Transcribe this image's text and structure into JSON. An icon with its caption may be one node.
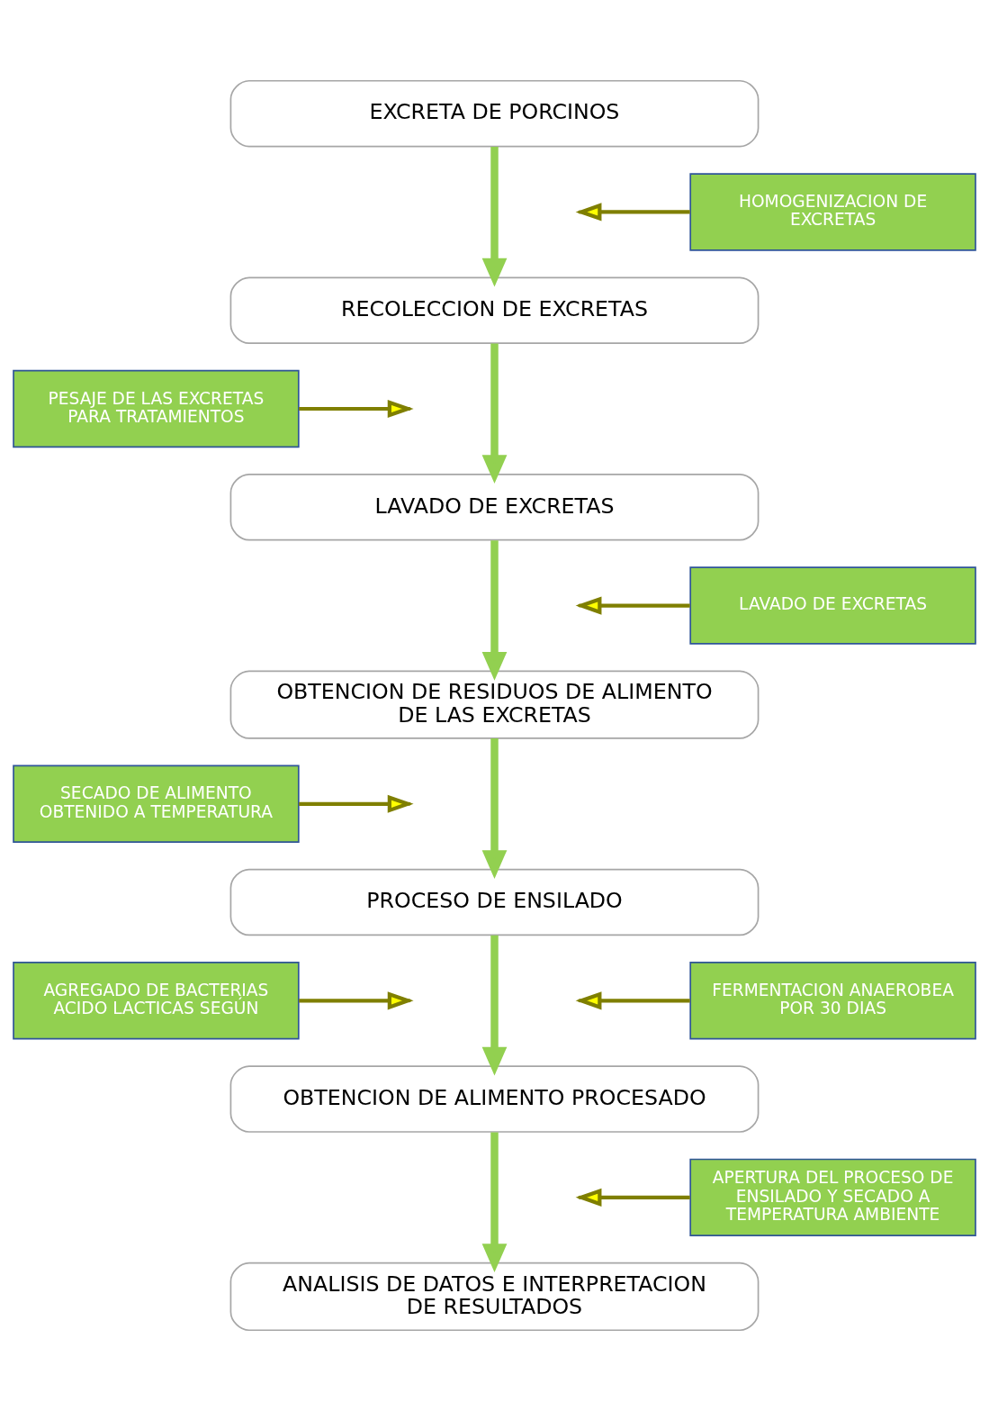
{
  "diagram": {
    "nodes": [
      {
        "text": [
          "EXCRETA DE PORCINOS"
        ]
      },
      {
        "text": [
          "HOMOGENIZACION DE EXCRETAS"
        ]
      },
      {
        "text": [
          "RECOLECCION DE EXCRETAS"
        ]
      },
      {
        "text": [
          "PESAJE DE LAS EXCRETAS PARA TRATAMIENTOS"
        ]
      },
      {
        "text": [
          "LAVADO DE EXCRETAS"
        ]
      },
      {
        "text": [
          "LAVADO DE EXCRETAS"
        ]
      },
      {
        "text": [
          "OBTENCION DE RESIDUOS DE ALIMENTO DE LAS EXCRETAS"
        ]
      },
      {
        "text": [
          "SECADO DE ALIMENTO OBTENIDO A TEMPERATURA"
        ]
      },
      {
        "text": [
          "PROCESO DE ENSILADO"
        ]
      },
      {
        "text": [
          "AGREGADO DE BACTERIAS ACIDO LACTICAS SEGÚN"
        ]
      },
      {
        "text": [
          "FERMENTACION ANAEROBEA POR 30 DIAS"
        ]
      },
      {
        "text": [
          "OBTENCION DE ALIMENTO PROCESADO"
        ]
      },
      {
        "text": [
          "APERTURA DEL PROCESO DE ENSILADO Y SECADO A TEMPERATURA AMBIENTE"
        ]
      },
      {
        "text": [
          "ANALISIS DE DATOS E INTERPRETACION DE RESULTADOS"
        ]
      }
    ],
    "edges": [
      {
        "from": 0,
        "to": 2,
        "arrow": "to",
        "style": "thick",
        "color": "#92d050"
      },
      {
        "from": 1,
        "to": null,
        "arrow": "to"
      },
      {
        "from": 2,
        "to": 4,
        "arrow": "to",
        "style": "thick",
        "color": "#92d050"
      },
      {
        "from": 3,
        "to": null,
        "arrow": "to"
      },
      {
        "from": 4,
        "to": 6,
        "arrow": "to",
        "style": "thick",
        "color": "#92d050"
      },
      {
        "from": 5,
        "to": null,
        "arrow": "to"
      },
      {
        "from": 6,
        "to": 8,
        "arrow": "to",
        "style": "thick",
        "color": "#92d050"
      },
      {
        "from": 7,
        "to": null,
        "arrow": "to"
      },
      {
        "from": 8,
        "to": 11,
        "arrow": "to",
        "style": "thick",
        "color": "#92d050"
      },
      {
        "from": 9,
        "to": null,
        "arrow": "to"
      },
      {
        "from": 10,
        "to": null,
        "arrow": "to"
      },
      {
        "from": 11,
        "to": 13,
        "arrow": "to",
        "style": "thick",
        "color": "#92d050"
      },
      {
        "from": 12,
        "to": null,
        "arrow": "to"
      }
    ]
  }
}
